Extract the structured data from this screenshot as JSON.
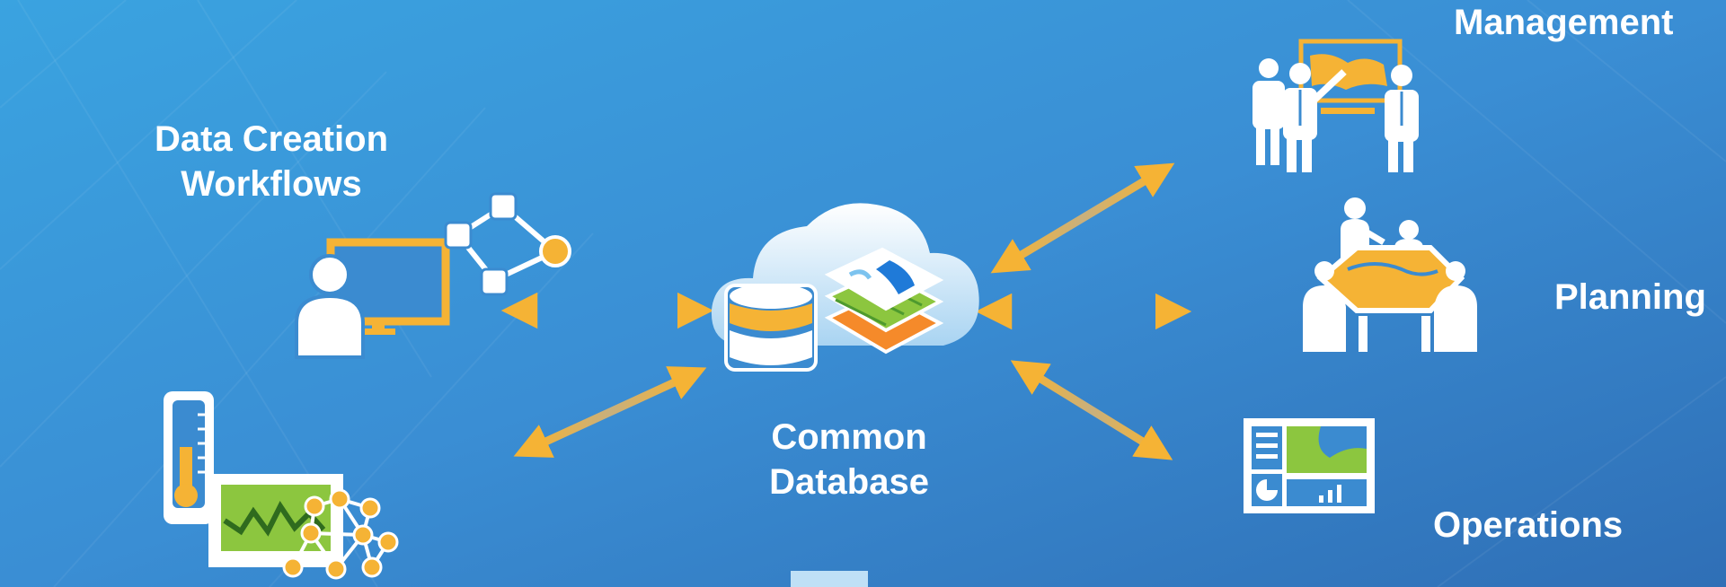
{
  "diagram": {
    "center": {
      "line1": "Common",
      "line2": "Database"
    },
    "left": {
      "data_creation": {
        "line1": "Data Creation",
        "line2": "Workflows"
      }
    },
    "right": {
      "management": "Management",
      "planning": "Planning",
      "operations": "Operations"
    }
  },
  "colors": {
    "background_dark": "#2f6fb4",
    "background_light": "#3fa2de",
    "accent": "#f5b335",
    "icon_white": "#ffffff",
    "panel_blue": "#3b8bd0"
  },
  "icons": [
    "analyst-network-icon",
    "sensor-iot-icon",
    "database-icon",
    "map-layers-icon",
    "cloud-icon",
    "management-meeting-icon",
    "planning-table-icon",
    "operations-dashboard-icon"
  ]
}
